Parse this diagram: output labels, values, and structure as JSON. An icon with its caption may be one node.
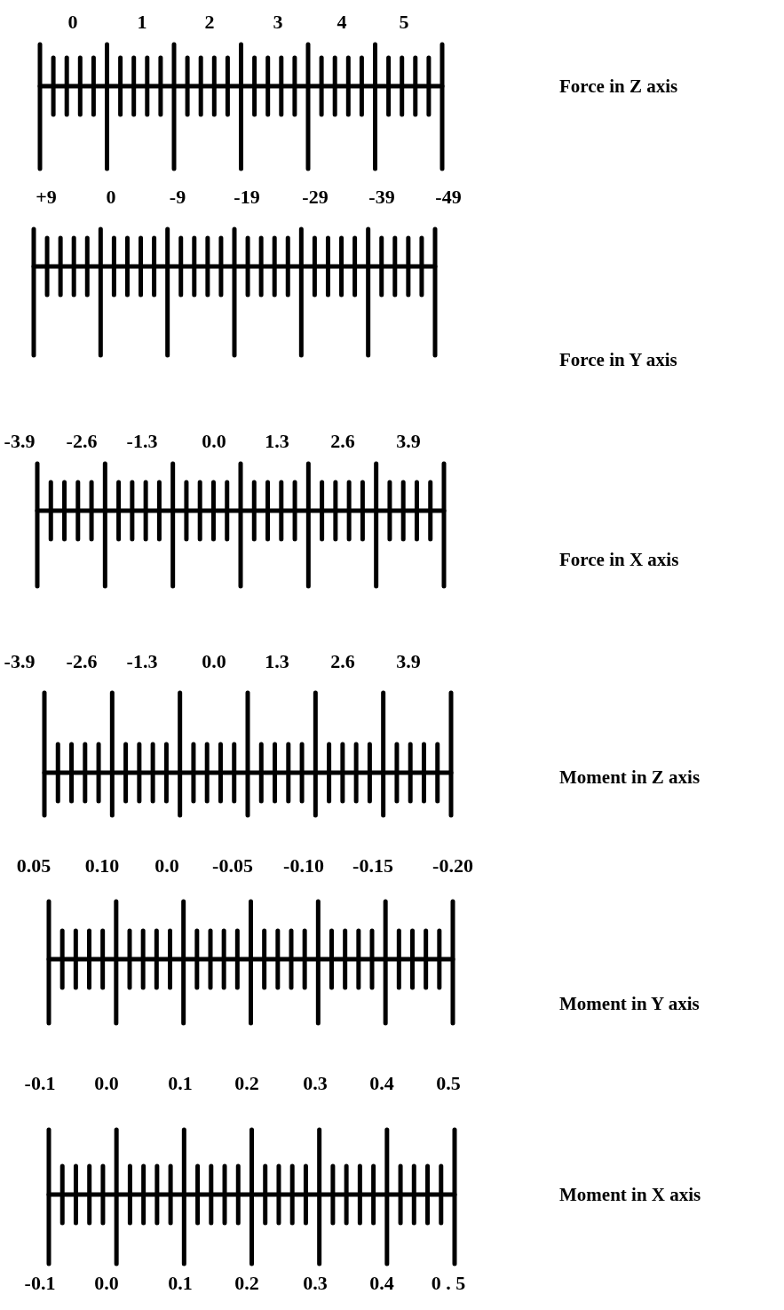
{
  "diagram": {
    "labels": [
      "0",
      "1",
      "2",
      "3",
      "4",
      "5",
      "Force in Z axis",
      "+9",
      "0",
      "-9",
      "-19",
      "-29",
      "-39",
      "-49",
      "Force in Y axis",
      "-3.9",
      "-2.6",
      "-1.3",
      "0.0",
      "1.3",
      "2.6",
      "3.9",
      "Force in X axis",
      "-3.9",
      "-2.6",
      "-1.3",
      "0.0",
      "1.3",
      "2.6",
      "3.9",
      "Moment in Z axis",
      "0.05",
      "0.10",
      "0.0",
      "-0.05",
      "-0.10",
      "-0.15",
      "-0.20",
      "Moment in Y axis",
      "-0.1",
      "0.0",
      "0.1",
      "0.2",
      "0.3",
      "0.4",
      "0.5",
      "Moment in X axis",
      "-0.1",
      "0.0",
      "0.1",
      "0.2",
      "0.3",
      "0.4",
      "0 . 5"
    ]
  }
}
